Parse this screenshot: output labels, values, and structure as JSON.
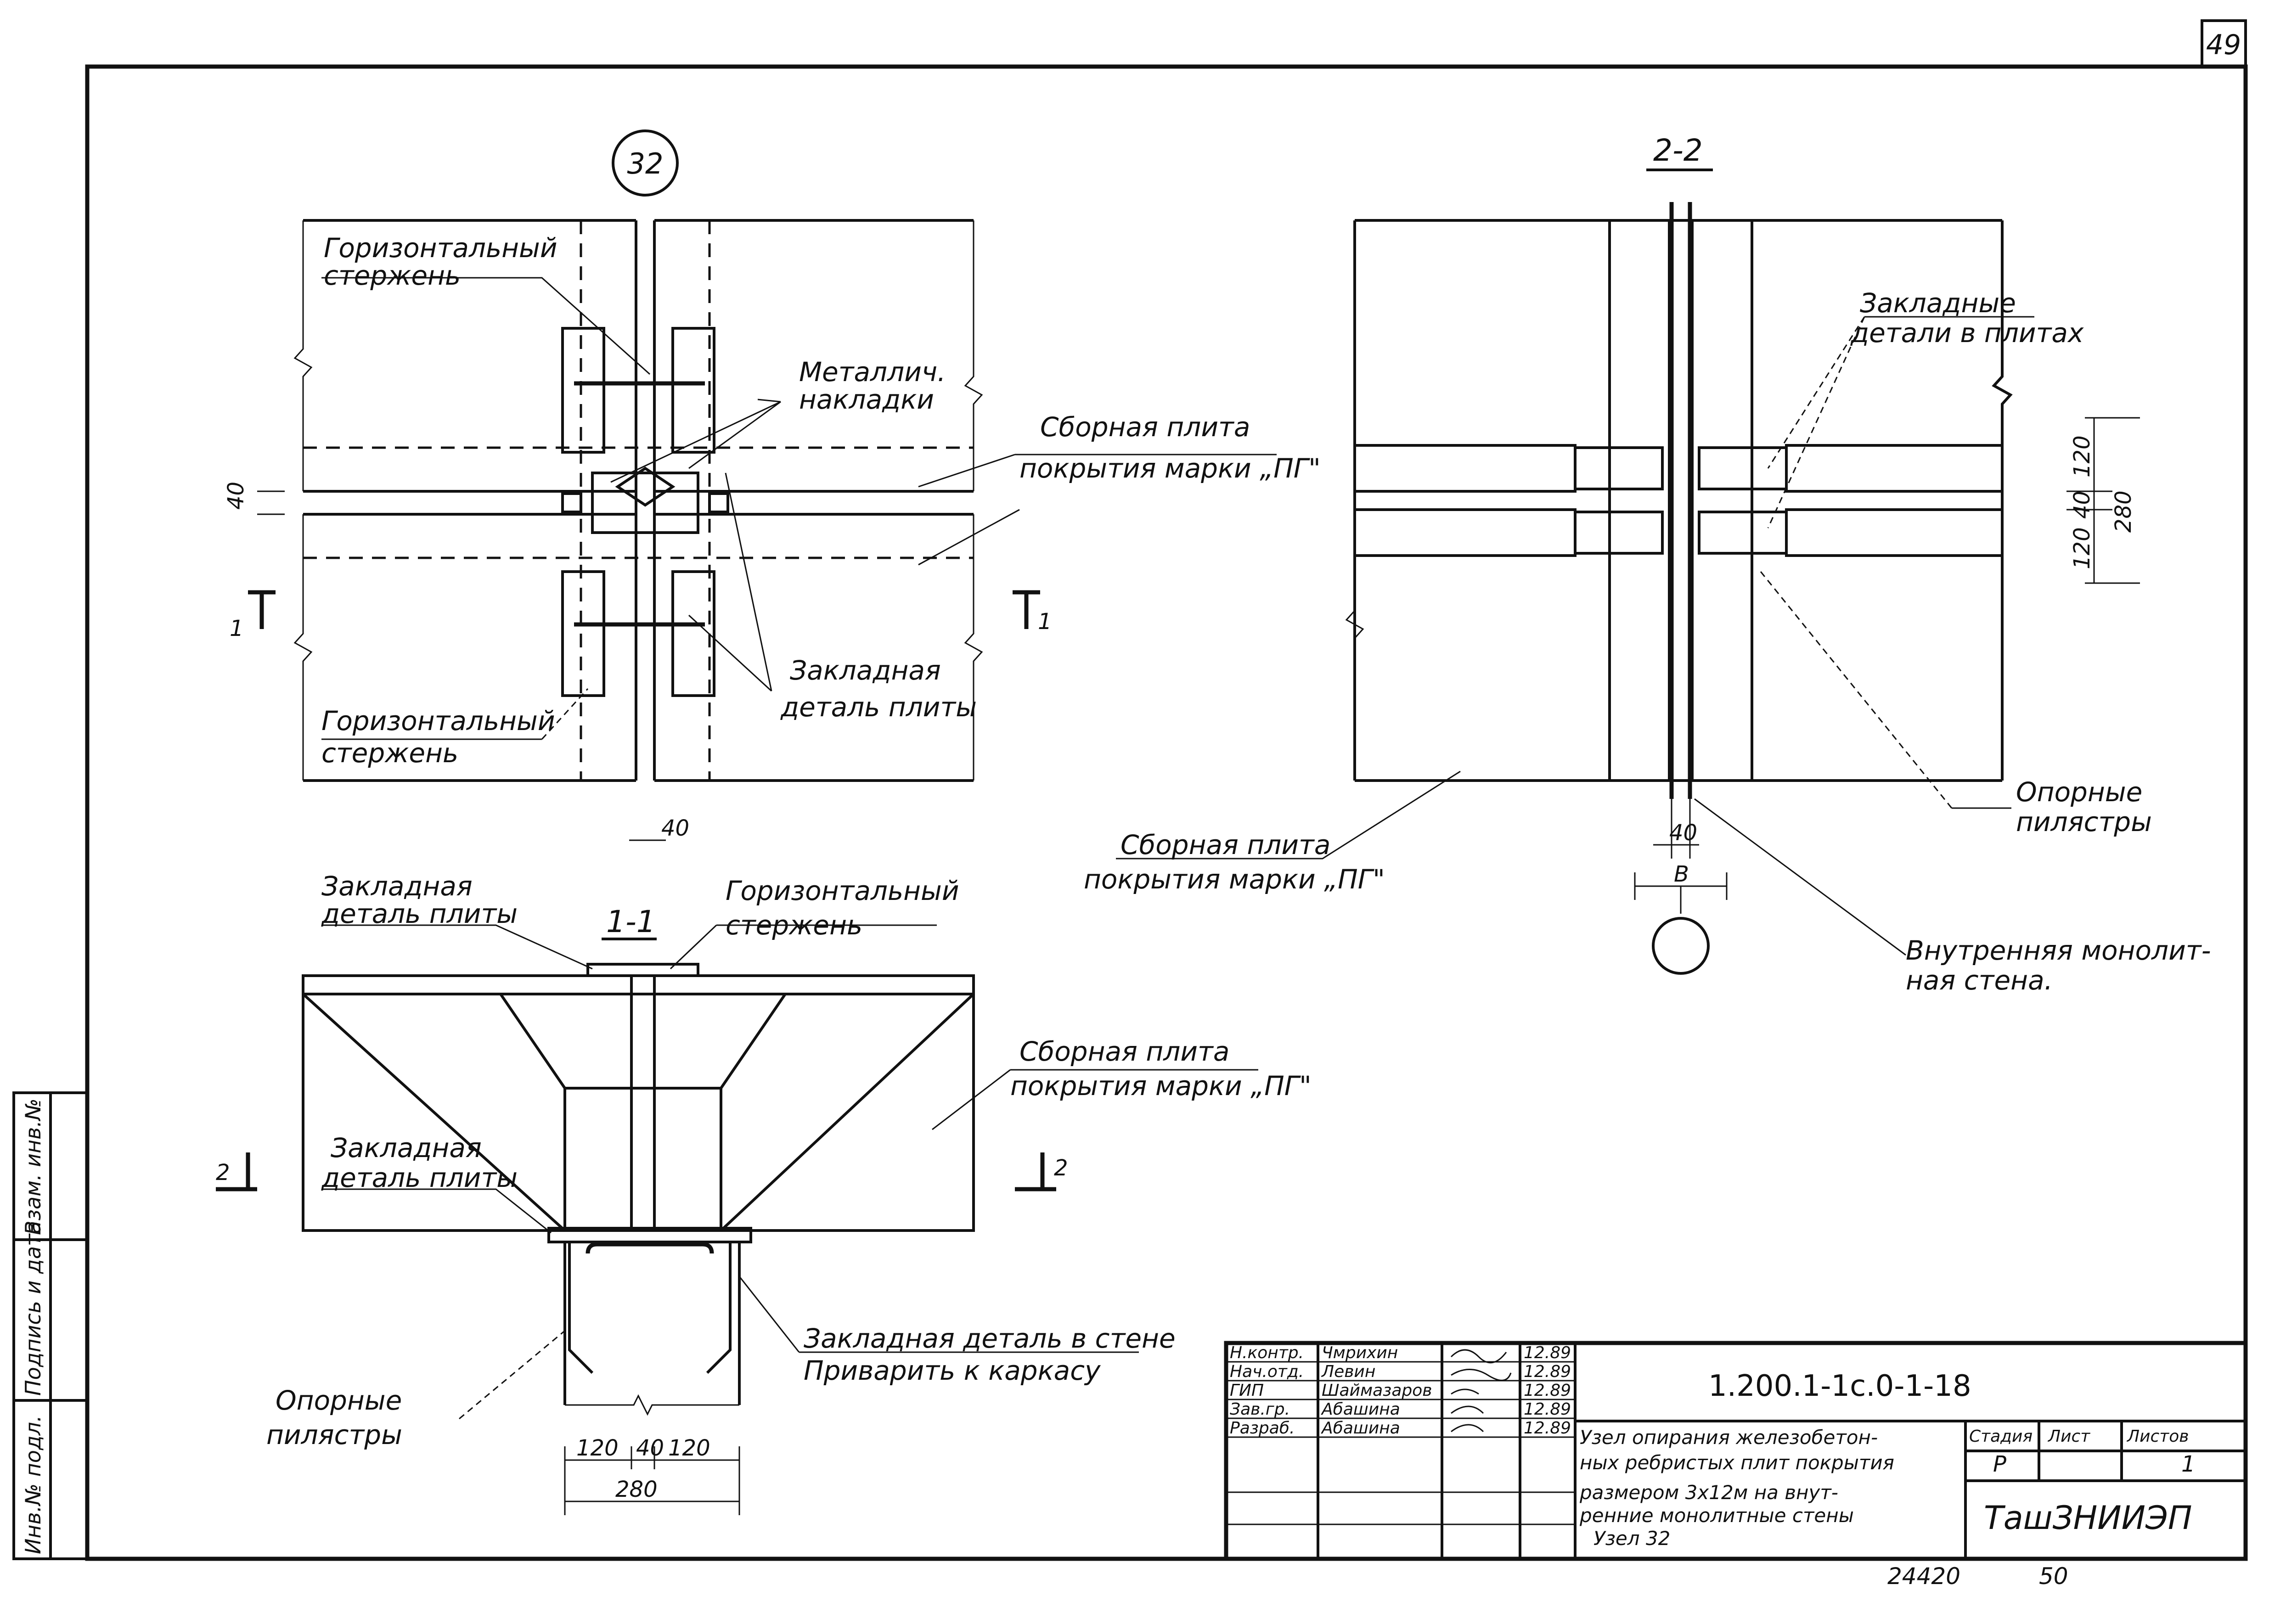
{
  "sheet": {
    "page_number": "49",
    "node_number": "32",
    "footer_left": "24420",
    "footer_right": "50"
  },
  "side_stamp": [
    "Инв.№ подл.",
    "Подпись и дата",
    "Взам. инв.№"
  ],
  "views": {
    "plan": {
      "labels": {
        "horiz_rod_top": [
          "Горизонтальный",
          "стержень"
        ],
        "metal_pads": [
          "Металлич.",
          "накладки"
        ],
        "precast_slab": [
          "Сборная плита",
          "покрытия марки „ПГ\""
        ],
        "embedded_part_slab": [
          "Закладная",
          "деталь плиты"
        ],
        "horiz_rod_bottom": [
          "Горизонтальный",
          "стержень"
        ]
      },
      "dims": {
        "gap_left": "40",
        "gap_bottom": "40"
      },
      "section_marks": {
        "left": "1",
        "right": "1"
      }
    },
    "section_1_1": {
      "title": "1-1",
      "labels": {
        "embedded_part_top": [
          "Закладная",
          "деталь плиты"
        ],
        "horiz_rod": [
          "Горизонтальный",
          "стержень"
        ],
        "precast_slab": [
          "Сборная плита",
          "покрытия марки „ПГ\""
        ],
        "embedded_part_mid": [
          "Закладная",
          "деталь плиты"
        ],
        "embedded_part_wall": [
          "Закладная деталь в стене",
          "Приварить к каркасу"
        ],
        "pilasters": [
          "Опорные",
          "пилястры"
        ]
      },
      "dims": {
        "d1": "120",
        "d2": "40",
        "d3": "120",
        "total": "280"
      },
      "section_marks": {
        "left": "2",
        "right": "2"
      }
    },
    "section_2_2": {
      "title": "2-2",
      "labels": {
        "embedded_parts": [
          "Закладные",
          "детали в плитах"
        ],
        "precast_slab": [
          "Сборная плита",
          "покрытия марки „ПГ\""
        ],
        "pilasters": [
          "Опорные",
          "пилястры"
        ],
        "inner_wall": [
          "Внутренняя монолит-",
          "ная стена."
        ]
      },
      "dims": {
        "v120a": "120",
        "v40": "40",
        "v120b": "120",
        "v280": "280",
        "gap": "40",
        "b": "В"
      }
    }
  },
  "title_block": {
    "designation": "1.200.1-1с.0-1-18",
    "description": [
      "Узел опирания железобетон-",
      "ных ребристых плит покрытия",
      "размером 3х12м на внут-",
      "ренние монолитные стены",
      "Узел 32"
    ],
    "roles": [
      {
        "role": "Н.контр.",
        "name": "Чмрихин",
        "date": "12.89"
      },
      {
        "role": "Нач.отд.",
        "name": "Левин",
        "date": "12.89"
      },
      {
        "role": "ГИП",
        "name": "Шаймазаров",
        "date": "12.89"
      },
      {
        "role": "Зав.гр.",
        "name": "Абашина",
        "date": "12.89"
      },
      {
        "role": "Разраб.",
        "name": "Абашина",
        "date": "12.89"
      }
    ],
    "stage_header": "Стадия",
    "sheet_header": "Лист",
    "sheets_header": "Листов",
    "stage": "Р",
    "sheets": "1",
    "organization": "ТашЗНИИЭП"
  }
}
